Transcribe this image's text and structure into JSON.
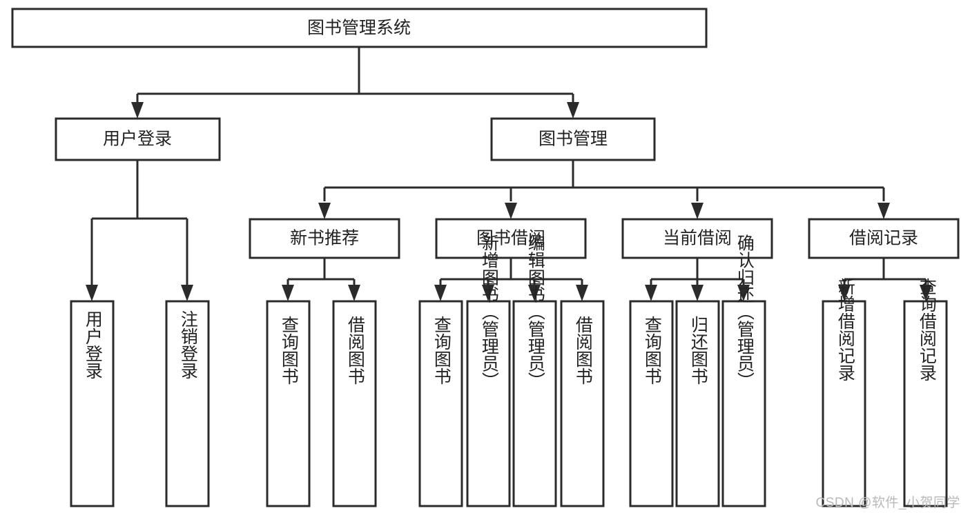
{
  "diagram": {
    "type": "tree-hierarchy-chart",
    "title": "图书管理系统",
    "orientation": "top-down",
    "colors": {
      "box_fill": "#ffffff",
      "box_stroke": "#2b2b2b",
      "text": "#222222",
      "watermark": "#b9b9b9",
      "background": "#ffffff"
    },
    "levels": [
      {
        "level": 1,
        "nodes": [
          {
            "id": "root",
            "label": "图书管理系统",
            "orientation": "horizontal"
          }
        ]
      },
      {
        "level": 2,
        "nodes": [
          {
            "id": "user-login",
            "label": "用户登录",
            "orientation": "horizontal",
            "parent": "root"
          },
          {
            "id": "book-manage",
            "label": "图书管理",
            "orientation": "horizontal",
            "parent": "root"
          }
        ]
      },
      {
        "level": 3,
        "nodes": [
          {
            "id": "new-book-recommend",
            "label": "新书推荐",
            "orientation": "horizontal",
            "parent": "book-manage"
          },
          {
            "id": "book-borrow",
            "label": "图书借阅",
            "orientation": "horizontal",
            "parent": "book-manage"
          },
          {
            "id": "current-borrow",
            "label": "当前借阅",
            "orientation": "horizontal",
            "parent": "book-manage"
          },
          {
            "id": "borrow-record",
            "label": "借阅记录",
            "orientation": "horizontal",
            "parent": "book-manage"
          }
        ]
      },
      {
        "level": 4,
        "nodes": [
          {
            "id": "leaf-user-login",
            "label": "用户登录",
            "orientation": "vertical",
            "parent": "user-login"
          },
          {
            "id": "leaf-logout-login",
            "label": "注销登录",
            "orientation": "vertical",
            "parent": "user-login"
          },
          {
            "id": "leaf-query-book-1",
            "label": "查询图书",
            "orientation": "vertical",
            "parent": "new-book-recommend"
          },
          {
            "id": "leaf-borrow-book-1",
            "label": "借阅图书",
            "orientation": "vertical",
            "parent": "new-book-recommend"
          },
          {
            "id": "leaf-query-book-2",
            "label": "查询图书",
            "orientation": "vertical",
            "parent": "book-borrow"
          },
          {
            "id": "leaf-add-book",
            "label": "新增图书（管理员）",
            "orientation": "vertical",
            "parent": "book-borrow"
          },
          {
            "id": "leaf-edit-book",
            "label": "编辑图书（管理员）",
            "orientation": "vertical",
            "parent": "book-borrow"
          },
          {
            "id": "leaf-borrow-book-2",
            "label": "借阅图书",
            "orientation": "vertical",
            "parent": "book-borrow"
          },
          {
            "id": "leaf-query-book-3",
            "label": "查询图书",
            "orientation": "vertical",
            "parent": "current-borrow"
          },
          {
            "id": "leaf-return-book",
            "label": "归还图书",
            "orientation": "vertical",
            "parent": "current-borrow"
          },
          {
            "id": "leaf-confirm-return",
            "label": "确认归还（管理员）",
            "orientation": "vertical",
            "parent": "current-borrow"
          },
          {
            "id": "leaf-add-record",
            "label": "新增借阅记录",
            "orientation": "vertical",
            "parent": "borrow-record"
          },
          {
            "id": "leaf-query-record",
            "label": "查询借阅记录",
            "orientation": "vertical",
            "parent": "borrow-record"
          }
        ]
      }
    ]
  },
  "watermark": {
    "text": "CSDN @软件_小贺同学"
  }
}
